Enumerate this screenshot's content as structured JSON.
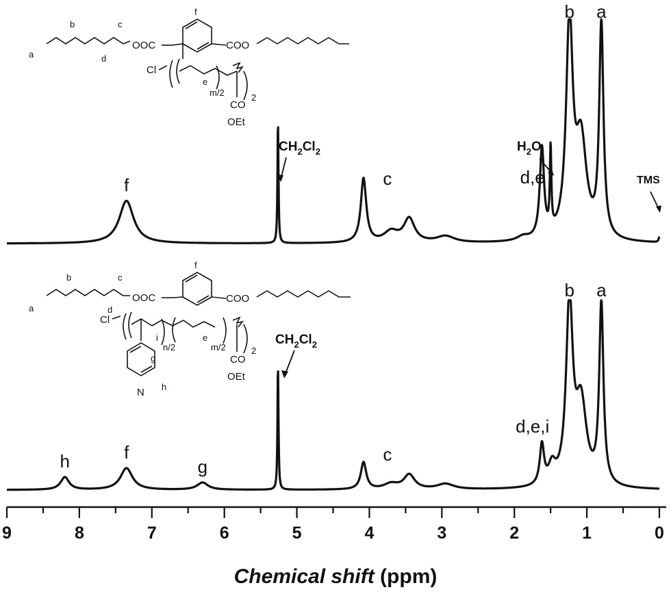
{
  "chart_data": {
    "type": "line",
    "title": "",
    "xlabel": {
      "italic": "Chemical shift",
      "unit": "(ppm)"
    },
    "xlim": [
      9,
      0
    ],
    "x_reversed": true,
    "xticks": [
      "9",
      "8",
      "7",
      "6",
      "5",
      "4",
      "3",
      "2",
      "1",
      "0"
    ],
    "solvent_label": {
      "pre": "CH",
      "s1": "2",
      "mid": "Cl",
      "s2": "2"
    },
    "water_label": {
      "pre": "H",
      "s1": "2",
      "post": "O"
    },
    "tms_label": "TMS",
    "series": [
      {
        "baseline_shift": 0.04,
        "peaks": [
          {
            "ppm": 7.35,
            "height": 0.2,
            "width": 0.12
          },
          {
            "ppm": 5.26,
            "height": 0.58,
            "width": 0.008
          },
          {
            "ppm": 4.08,
            "height": 0.3,
            "width": 0.045
          },
          {
            "ppm": 3.7,
            "height": 0.05,
            "width": 0.12
          },
          {
            "ppm": 3.45,
            "height": 0.11,
            "width": 0.09
          },
          {
            "ppm": 2.95,
            "height": 0.03,
            "width": 0.15
          },
          {
            "ppm": 1.88,
            "height": 0.02,
            "width": 0.1
          },
          {
            "ppm": 1.62,
            "height": 0.42,
            "width": 0.035
          },
          {
            "ppm": 1.5,
            "height": 0.38,
            "width": 0.012
          },
          {
            "ppm": 1.24,
            "height": 1.0,
            "width": 0.055
          },
          {
            "ppm": 1.08,
            "height": 0.45,
            "width": 0.09
          },
          {
            "ppm": 0.8,
            "height": 1.0,
            "width": 0.035
          },
          {
            "ppm": 0.0,
            "height": 0.025,
            "width": 0.012
          }
        ],
        "labels": [
          {
            "text": "f",
            "ppm": 7.35
          },
          {
            "text": "c",
            "ppm": 3.75
          },
          {
            "text": "d,e",
            "ppm": 1.75
          },
          {
            "text": "b",
            "ppm": 1.24
          },
          {
            "text": "a",
            "ppm": 0.8
          }
        ]
      },
      {
        "baseline_shift": 0.0,
        "peaks": [
          {
            "ppm": 8.2,
            "height": 0.07,
            "width": 0.07
          },
          {
            "ppm": 7.35,
            "height": 0.12,
            "width": 0.1
          },
          {
            "ppm": 6.3,
            "height": 0.04,
            "width": 0.09
          },
          {
            "ppm": 5.26,
            "height": 0.7,
            "width": 0.008
          },
          {
            "ppm": 4.08,
            "height": 0.15,
            "width": 0.045
          },
          {
            "ppm": 3.7,
            "height": 0.03,
            "width": 0.12
          },
          {
            "ppm": 3.45,
            "height": 0.08,
            "width": 0.09
          },
          {
            "ppm": 2.95,
            "height": 0.03,
            "width": 0.14
          },
          {
            "ppm": 1.62,
            "height": 0.22,
            "width": 0.035
          },
          {
            "ppm": 1.48,
            "height": 0.1,
            "width": 0.06
          },
          {
            "ppm": 1.24,
            "height": 1.0,
            "width": 0.055
          },
          {
            "ppm": 1.08,
            "height": 0.45,
            "width": 0.09
          },
          {
            "ppm": 0.8,
            "height": 1.0,
            "width": 0.035
          }
        ],
        "labels": [
          {
            "text": "h",
            "ppm": 8.2
          },
          {
            "text": "f",
            "ppm": 7.35
          },
          {
            "text": "g",
            "ppm": 6.3
          },
          {
            "text": "c",
            "ppm": 3.75
          },
          {
            "text": "d,e,i",
            "ppm": 1.75
          },
          {
            "text": "b",
            "ppm": 1.24
          },
          {
            "text": "a",
            "ppm": 0.8
          }
        ]
      }
    ]
  },
  "structures": {
    "top": {
      "positions": [
        "a",
        "b",
        "c",
        "d",
        "f",
        "e"
      ],
      "cl": "Cl",
      "left_ester": "OOC",
      "right_ester": "COO",
      "repeat": "m/2",
      "outer_repeat": "2",
      "side_co": "CO",
      "side_oet": "OEt"
    },
    "bottom": {
      "positions": [
        "a",
        "b",
        "c",
        "d",
        "f",
        "i",
        "e",
        "g",
        "h"
      ],
      "cl": "Cl",
      "left_ester": "OOC",
      "right_ester": "COO",
      "repeat_n": "n/2",
      "repeat_m": "m/2",
      "outer_repeat": "2",
      "side_co": "CO",
      "side_oet": "OEt",
      "ring_n": "N"
    }
  }
}
